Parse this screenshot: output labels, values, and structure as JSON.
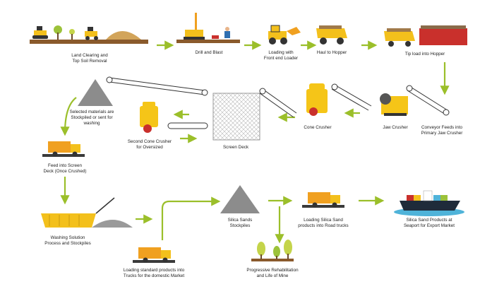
{
  "colors": {
    "arrow": "#9bbf2a",
    "truck_yellow": "#f3c01c",
    "truck_orange": "#f0a020",
    "stockpile": "#8c8c8c",
    "road": "#3a3a3a",
    "ship_hull": "#1f2b3a",
    "water": "#4fb3d9",
    "crusher_yellow": "#f5c518",
    "container_red": "#c9302c",
    "tree_green": "#9cc23a",
    "soil": "#d2a45a"
  },
  "steps": {
    "land_clearing": [
      "Land Clearing and",
      "Top Soil Removal"
    ],
    "drill_blast": [
      "Drill and Blast"
    ],
    "loading": [
      "Loading with",
      "Front end Loader"
    ],
    "haul": [
      "Haul to Hopper"
    ],
    "tip_load": [
      "Tip load into Hopper"
    ],
    "conveyor_feeds": [
      "Conveyor Feeds into",
      "Primary Jaw Crusher"
    ],
    "jaw_crusher": [
      "Jaw Crusher"
    ],
    "cone_crusher": [
      "Cone Crusher"
    ],
    "screen_deck": [
      "Screen Deck"
    ],
    "second_cone": [
      "Second Cone Crusher",
      "for Oversized"
    ],
    "selected_materials": [
      "Selected materials are",
      "Stockpiled or sent for",
      "washing"
    ],
    "feed_screen": [
      "Feed into Screen",
      "Deck (Once Crushed)"
    ],
    "washing": [
      "Washing Solution",
      "Process and Stockpiles"
    ],
    "loading_standard": [
      "Loading standard products into",
      "Trucks for the domestic Market"
    ],
    "silica_stockpiles": [
      "Silica Sands",
      "Stockpiles"
    ],
    "loading_silica": [
      "Loading Silica Sand",
      "products into Road trucks"
    ],
    "silica_export": [
      "Silica Sand Products at",
      "Seaport for Export Market"
    ],
    "rehab": [
      "Progressive Rehabilitation",
      "and Life of Mine"
    ]
  }
}
